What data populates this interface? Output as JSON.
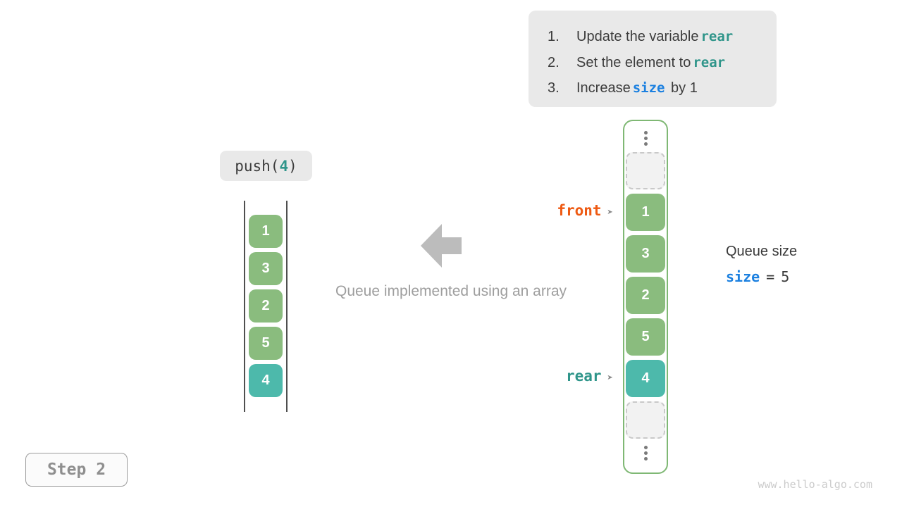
{
  "colors": {
    "cell_green": "#8abc7e",
    "cell_teal": "#4db9ab",
    "teal_code_text": "#2f958a",
    "blue_code_text": "#1b80e0",
    "orange_pointer_text": "#ee5a13",
    "container_border_green": "#7fb874",
    "chip_background": "#e9e9e9",
    "caption_gray": "#9e9e9e",
    "arrow_gray": "#bcbcbc"
  },
  "instructions": {
    "items": [
      {
        "num": "1.",
        "pre": "Update the variable",
        "code": "rear",
        "post": "",
        "color": "teal"
      },
      {
        "num": "2.",
        "pre": "Set the element to",
        "code": "rear",
        "post": "",
        "color": "teal"
      },
      {
        "num": "3.",
        "pre": "Increase",
        "code": "size",
        "post": "by 1",
        "color": "blue"
      }
    ]
  },
  "operation": {
    "prefix": "push(",
    "arg": "4",
    "suffix": ")"
  },
  "left_array": {
    "cells": [
      {
        "value": "1",
        "color": "green"
      },
      {
        "value": "3",
        "color": "green"
      },
      {
        "value": "2",
        "color": "green"
      },
      {
        "value": "5",
        "color": "green"
      },
      {
        "value": "4",
        "color": "teal"
      }
    ]
  },
  "caption": "Queue implemented using an array",
  "queue": {
    "cells": [
      {
        "type": "ellipsis"
      },
      {
        "type": "empty"
      },
      {
        "type": "value",
        "value": "1",
        "color": "green"
      },
      {
        "type": "value",
        "value": "3",
        "color": "green"
      },
      {
        "type": "value",
        "value": "2",
        "color": "green"
      },
      {
        "type": "value",
        "value": "5",
        "color": "green"
      },
      {
        "type": "value",
        "value": "4",
        "color": "teal"
      },
      {
        "type": "empty"
      },
      {
        "type": "ellipsis"
      }
    ],
    "front_label": "front",
    "rear_label": "rear",
    "pointer_glyph": "➤"
  },
  "size_panel": {
    "title": "Queue size",
    "variable": "size",
    "equals": "=",
    "value": "5"
  },
  "step_label": "Step 2",
  "watermark": "www.hello-algo.com"
}
